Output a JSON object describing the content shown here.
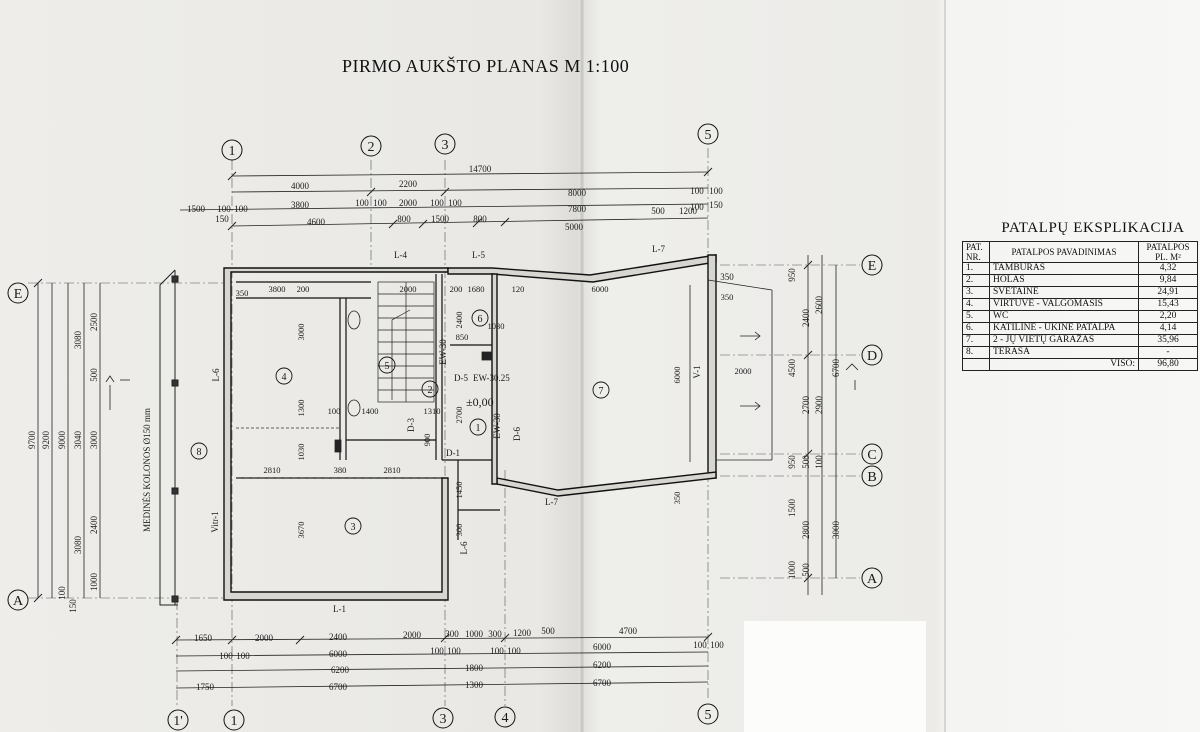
{
  "title": "PIRMO AUKŠTO PLANAS  M 1:100",
  "grid_axes": {
    "top": [
      "1",
      "2",
      "3",
      "5"
    ],
    "bottom": [
      "1'",
      "1",
      "3",
      "4",
      "5"
    ],
    "left": [
      "E",
      "A"
    ],
    "right": [
      "E",
      "D",
      "C",
      "B",
      "A"
    ]
  },
  "dimensions": {
    "top_rows": [
      [
        "14700"
      ],
      [
        "4000",
        "2200",
        "8000",
        "100",
        "100"
      ],
      [
        "1500",
        "100",
        "100",
        "3800",
        "100",
        "100",
        "2000",
        "100",
        "100",
        "7800",
        "100",
        "150"
      ],
      [
        "150",
        "4600",
        "800",
        "1500",
        "800",
        "5000",
        "500",
        "1200"
      ]
    ],
    "bottom_rows": [
      [
        "1650",
        "2000",
        "2400",
        "2000",
        "300",
        "1000",
        "300",
        "1200",
        "500",
        "4700"
      ],
      [
        "100",
        "100",
        "6000",
        "100",
        "100",
        "100",
        "100",
        "6000",
        "100",
        "100"
      ],
      [
        "6200",
        "1800",
        "6200"
      ],
      [
        "1750",
        "6700",
        "1300",
        "6700"
      ]
    ],
    "left_cols": [
      "9700",
      "9200",
      "9000",
      "3080",
      "3040",
      "3080",
      "2500",
      "500",
      "3000",
      "2400",
      "1000",
      "100",
      "150"
    ],
    "right_cols": [
      "950",
      "2400",
      "4500",
      "2700",
      "2600",
      "6700",
      "2900",
      "950",
      "500",
      "100",
      "1500",
      "2800",
      "3000",
      "1000",
      "500",
      "350"
    ]
  },
  "wall_labels": [
    "L-4",
    "L-5",
    "L-7",
    "L-6",
    "L-1",
    "L-7",
    "L-6",
    "V-1",
    "Vitr-1",
    "D-1",
    "D-3",
    "D-5",
    "D-6",
    "EW-30",
    "EW-30",
    "EW-30.25"
  ],
  "rooms_on_plan": [
    "1",
    "2",
    "3",
    "4",
    "5",
    "6",
    "7",
    "8"
  ],
  "level_mark": "±0,00",
  "columns_label": "MEDINĖS KOLONOS Ø150 mm",
  "inner_dims": [
    "350",
    "3800",
    "200",
    "2000",
    "200",
    "1680",
    "120",
    "6000",
    "350",
    "3000",
    "1300",
    "1030",
    "2810",
    "380",
    "2810",
    "3670",
    "2400",
    "2700",
    "1030",
    "850",
    "1400",
    "100",
    "1310",
    "1450",
    "900",
    "300",
    "6000",
    "2000",
    "350"
  ],
  "explication": {
    "title": "PATALPŲ EKSPLIKACIJA",
    "headers": {
      "nr": "PAT. NR.",
      "name": "PATALPOS PAVADINIMAS",
      "area": "PATALPOS PL. M²"
    },
    "rows": [
      {
        "nr": "1.",
        "name": "TAMBŪRAS",
        "area": "4,32"
      },
      {
        "nr": "2.",
        "name": "HOLAS",
        "area": "9,84"
      },
      {
        "nr": "3.",
        "name": "SVETAINĖ",
        "area": "24,91"
      },
      {
        "nr": "4.",
        "name": "VIRTUVĖ - VALGOMASIS",
        "area": "15,43"
      },
      {
        "nr": "5.",
        "name": "WC",
        "area": "2,20"
      },
      {
        "nr": "6.",
        "name": "KATILINĖ - ŪKINĖ PATALPA",
        "area": "4,14"
      },
      {
        "nr": "7.",
        "name": "2 - JŲ VIETŲ GARAŽAS",
        "area": "35,96"
      },
      {
        "nr": "8.",
        "name": "TERASA",
        "area": "-"
      }
    ],
    "total_label": "VISO:",
    "total_value": "96,80"
  }
}
